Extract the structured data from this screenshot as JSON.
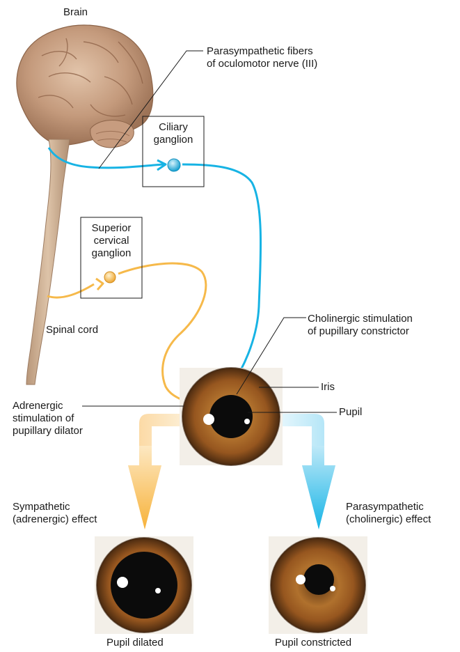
{
  "labels": {
    "brain": "Brain",
    "parasympathetic_fibers": [
      "Parasympathetic fibers",
      "of oculomotor nerve (III)"
    ],
    "ciliary_ganglion": [
      "Ciliary",
      "ganglion"
    ],
    "superior_cervical_ganglion": [
      "Superior",
      "cervical",
      "ganglion"
    ],
    "spinal_cord": "Spinal cord",
    "cholinergic_stimulation": [
      "Cholinergic stimulation",
      "of pupillary constrictor"
    ],
    "iris": "Iris",
    "pupil": "Pupil",
    "adrenergic_stimulation": [
      "Adrenergic",
      "stimulation of",
      "pupillary dilator"
    ],
    "sympathetic_effect": [
      "Sympathetic",
      "(adrenergic) effect"
    ],
    "parasympathetic_effect": [
      "Parasympathetic",
      "(cholinergic) effect"
    ],
    "pupil_dilated": "Pupil dilated",
    "pupil_constricted": "Pupil constricted"
  },
  "colors": {
    "parasympathetic_nerve": "#17b3e4",
    "sympathetic_nerve": "#f6b94a",
    "iris": "#9a5b23",
    "pupil": "#0b0b0b",
    "brain": "#c49a7c",
    "leader_line": "#1a1a1a"
  },
  "icons": {
    "brain": "brain-illustration",
    "eye": "eye-iris-illustration"
  }
}
